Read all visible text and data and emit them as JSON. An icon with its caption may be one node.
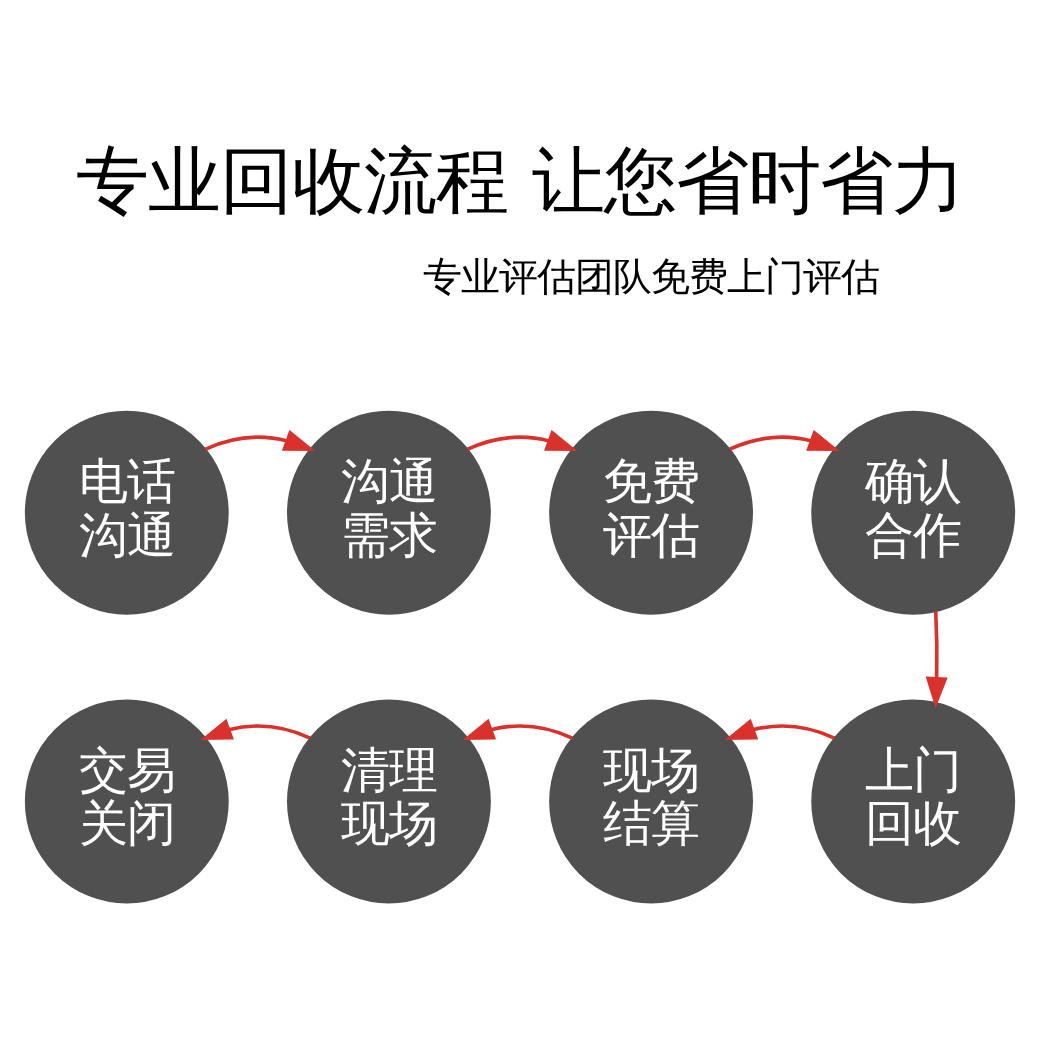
{
  "diagram": {
    "title": "专业回收流程 让您省时省力",
    "nodes": [
      {
        "text": [
          "电话沟通"
        ]
      },
      {
        "text": [
          "沟通需求"
        ]
      },
      {
        "text": [
          "免费评估"
        ]
      },
      {
        "text": [
          "确认合作"
        ]
      },
      {
        "text": [
          "上门回收"
        ]
      },
      {
        "text": [
          "现场结算"
        ]
      },
      {
        "text": [
          "清理现场"
        ]
      },
      {
        "text": [
          "交易关闭"
        ]
      }
    ],
    "edges": [
      {
        "from": 0,
        "to": 1,
        "arrow": "to"
      },
      {
        "from": 1,
        "to": 2,
        "arrow": "to"
      },
      {
        "from": 2,
        "to": 3,
        "arrow": "to"
      },
      {
        "from": 3,
        "to": 4,
        "arrow": "to"
      },
      {
        "from": 4,
        "to": 5,
        "arrow": "to"
      },
      {
        "from": 5,
        "to": 6,
        "arrow": "to"
      },
      {
        "from": 6,
        "to": 7,
        "arrow": "to"
      }
    ],
    "labels": [
      "专业评估团队免费上门评估"
    ]
  }
}
